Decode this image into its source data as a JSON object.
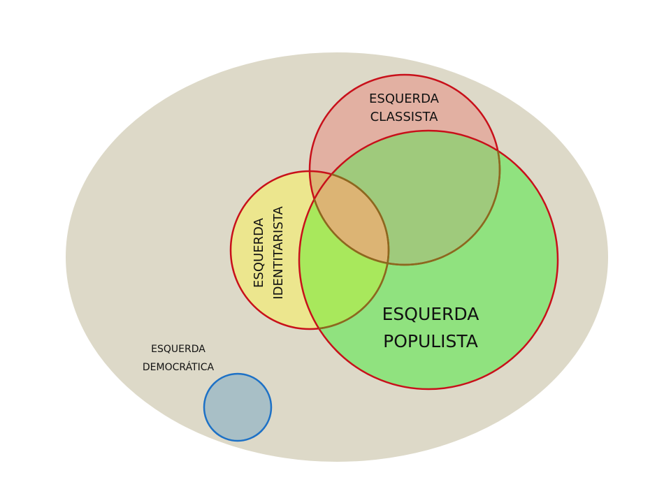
{
  "diagram": {
    "colors": {
      "background_ellipse": "#ddd9c8",
      "classista_fill": "#e2b0a2",
      "identitarista_fill": "#ece68e",
      "populista_fill": "#90e27f",
      "overlap_classista_populista": "#9fca7c",
      "overlap_identitarista_populista": "#a8e85c",
      "overlap_all_three": "#9ad44f",
      "red_outline": "#c8101a",
      "blue_outline": "#1d71c6",
      "democratica_fill": "#a8bfc6"
    },
    "labels": {
      "classista": {
        "line1": "ESQUERDA",
        "line2": "CLASSISTA"
      },
      "identitarista": {
        "line1": "ESQUERDA",
        "line2": "IDENTITARISTA"
      },
      "populista": {
        "line1": "ESQUERDA",
        "line2": "POPULISTA"
      },
      "democratica": {
        "line1": "ESQUERDA",
        "line2": "DEMOCRÁTICA"
      }
    }
  }
}
